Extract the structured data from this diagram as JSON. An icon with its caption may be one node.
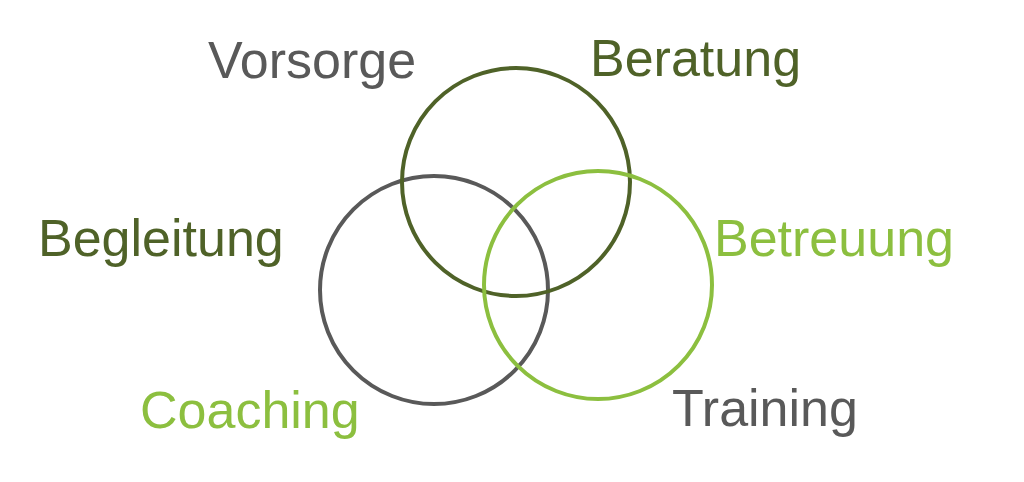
{
  "diagram": {
    "nodes": [
      {
        "text": [],
        "shape": "circle"
      },
      {
        "text": [],
        "shape": "circle"
      },
      {
        "text": [],
        "shape": "circle"
      }
    ],
    "labels": [
      "Vorsorge",
      "Beratung",
      "Begleitung",
      "Betreuung",
      "Coaching",
      "Training"
    ]
  }
}
